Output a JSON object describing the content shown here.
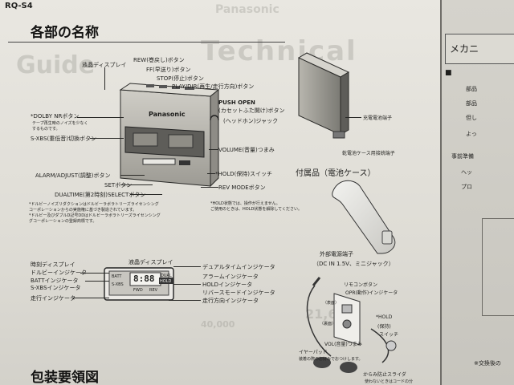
{
  "page": {
    "model": "RQ-S4",
    "section_title": "各部の名称",
    "bottom_title": "包装要領図",
    "watermark_1": "Panasonic",
    "watermark_2": "Technical",
    "watermark_3": "Guide"
  },
  "main_labels": {
    "display": "液晶ディスプレイ",
    "rew": "REW(巻戻し)ボタン",
    "ff": "FF(早送り)ボタン",
    "stop": "STOP(停止)ボタン",
    "play": "PLAY/DIR(再生/走行方向)ボタン",
    "push_open": "PUSH OPEN",
    "push_open_sub": "(カセットふた開け)ボタン",
    "headphone": "(ヘッドホン)ジャック",
    "volume": "VOLUME(音量)つまみ",
    "hold": "*HOLD(保持)スイッチ",
    "rev_mode": "REV MODEボタン",
    "dolby": "*DOLBY NRボタン",
    "dolby_note_1": "テープ再生時のノイズを少なく",
    "dolby_note_2": "するものです。",
    "sxbs": "S-XBS(重低音)切換ボタン",
    "alarm": "ALARM/ADJUST(調整)ボタン",
    "set": "SETボタン",
    "dualtime": "DUALTIME(第2時刻)SELECTボタン",
    "footnote_1": "*ドルビーノイズリダクションはドルビーラボラトリーズライセンシング",
    "footnote_2": "コーポレーションからの実施権に基づき製造されています。",
    "footnote_3": "*ドルビー及びダブルD記号DDはドルビーラボラトリーズライセンシング",
    "footnote_4": "グコーポレーションの登録商標です。",
    "hold_note_1": "*HOLD状態では、操作が行えません。",
    "hold_note_2": "ご使用のときは、HOLD状態を解除してください。",
    "brand": "Panasonic"
  },
  "side_view": {
    "charge_terminal": "充電電池端子",
    "battery_case_terminal": "乾電池ケース用接続端子"
  },
  "accessory": {
    "title": "付属品（電池ケース）",
    "ext_power": "外部電源端子",
    "ext_power_spec": "（DC IN 1.5V、ミニジャック）"
  },
  "remote": {
    "remote_button": "リモコンボタン",
    "opr_indicator": "OPR(動作)インジケータ",
    "front": "（表面）",
    "back": "（裏面）",
    "hold": "*HOLD",
    "hold_sub": "(保持)",
    "switch": "スイッチ",
    "vol": "VOL(音量)つまみ",
    "earpad": "イヤーパッド",
    "earpad_note": "装着の際のお好みでおつけします。",
    "cord_slider": "からみ防止スライダ",
    "cord_slider_note": "使わないときはコードの分"
  },
  "lcd": {
    "title": "液晶ディスプレイ",
    "left_labels": [
      "時刻ディスプレイ",
      "ドルビーインジケータ",
      "BATTインジケータ",
      "S-XBSインジケータ",
      "走行インジケータ"
    ],
    "right_labels": [
      "デュアルタイムインジケータ",
      "アラームインジケータ",
      "HOLDインジケータ",
      "リバースモードインジケータ",
      "走行方向インジケータ"
    ],
    "digits": "8:88",
    "seg_labels": [
      "DUAL",
      "HOLD",
      "FWD",
      "REV",
      "S-XBS",
      "BATT"
    ]
  },
  "right_page": {
    "heading": "メカニ",
    "lines": [
      "部品",
      "部品",
      "但し",
      "よっ",
      "事前準備",
      "ヘッ",
      "プロ"
    ],
    "footer": "※交換後の"
  },
  "faint_bg": {
    "price_1": "21,600",
    "price_2": "40,000"
  }
}
